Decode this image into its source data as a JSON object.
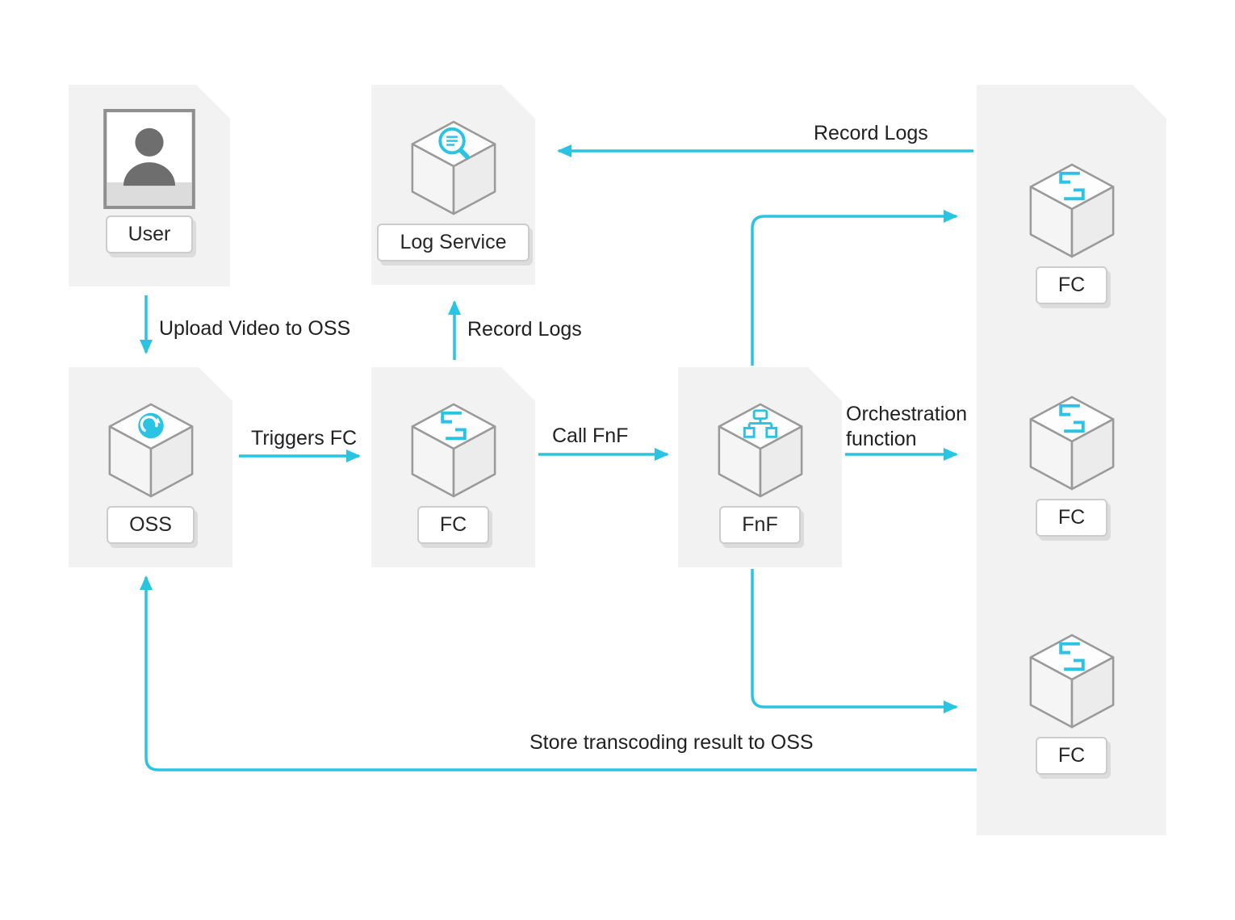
{
  "colors": {
    "accent": "#29c3e3",
    "panel_bg": "#f2f2f2",
    "cube_outline": "#9a9a9a",
    "text": "#212121"
  },
  "nodes": {
    "user": {
      "label": "User",
      "icon": "user-portrait-icon"
    },
    "log_service": {
      "label": "Log Service",
      "icon": "log-search-icon"
    },
    "oss": {
      "label": "OSS",
      "icon": "oss-cloud-icon"
    },
    "fc": {
      "label": "FC",
      "icon": "function-compute-icon"
    },
    "fnf": {
      "label": "FnF",
      "icon": "workflow-icon"
    },
    "fc_top": {
      "label": "FC",
      "icon": "function-compute-icon"
    },
    "fc_mid": {
      "label": "FC",
      "icon": "function-compute-icon"
    },
    "fc_bottom": {
      "label": "FC",
      "icon": "function-compute-icon"
    }
  },
  "edges": {
    "upload": {
      "label": "Upload Video to OSS"
    },
    "triggers": {
      "label": "Triggers FC"
    },
    "record_logs_up": {
      "label": "Record Logs"
    },
    "call_fnf": {
      "label": "Call FnF"
    },
    "record_logs_top": {
      "label": "Record Logs"
    },
    "orchestration": {
      "label": "Orchestration function"
    },
    "store_result": {
      "label": "Store transcoding result to OSS"
    }
  }
}
